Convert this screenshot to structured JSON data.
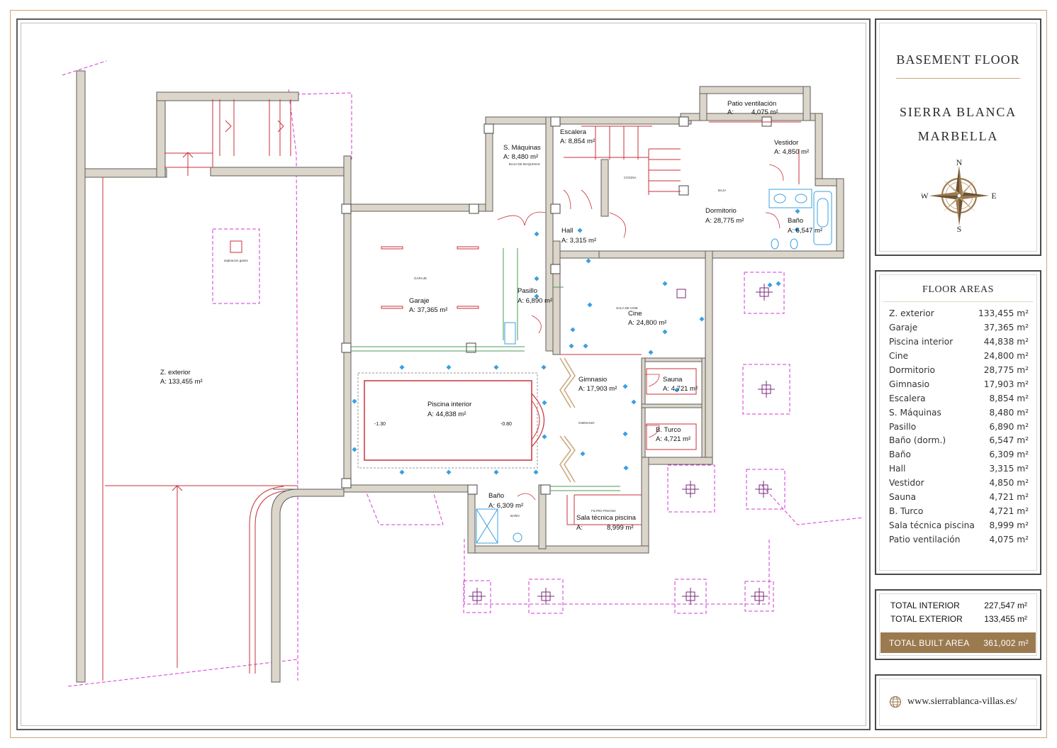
{
  "header": {
    "floor_title": "BASEMENT FLOOR",
    "project_line1": "SIERRA BLANCA",
    "project_line2": "MARBELLA"
  },
  "compass": {
    "n": "N",
    "s": "S",
    "e": "E",
    "w": "W"
  },
  "areas": {
    "title": "FLOOR AREAS",
    "items": [
      {
        "name": "Z. exterior",
        "value": "133,455 m²"
      },
      {
        "name": "Garaje",
        "value": "37,365 m²"
      },
      {
        "name": "Piscina interior",
        "value": "44,838 m²"
      },
      {
        "name": "Cine",
        "value": "24,800 m²"
      },
      {
        "name": "Dormitorio",
        "value": "28,775 m²"
      },
      {
        "name": "Gimnasio",
        "value": "17,903 m²"
      },
      {
        "name": "Escalera",
        "value": "8,854 m²"
      },
      {
        "name": "S. Máquinas",
        "value": "8,480 m²"
      },
      {
        "name": "Pasillo",
        "value": "6,890 m²"
      },
      {
        "name": "Baño (dorm.)",
        "value": "6,547 m²"
      },
      {
        "name": "Baño",
        "value": "6,309 m²"
      },
      {
        "name": "Hall",
        "value": "3,315 m²"
      },
      {
        "name": "Vestidor",
        "value": "4,850 m²"
      },
      {
        "name": "Sauna",
        "value": "4,721 m²"
      },
      {
        "name": "B. Turco",
        "value": "4,721 m²"
      },
      {
        "name": "Sala técnica piscina",
        "value": "8,999 m²"
      },
      {
        "name": "Patio ventilación",
        "value": "4,075 m²"
      }
    ]
  },
  "totals": {
    "interior_label": "TOTAL INTERIOR",
    "interior_value": "227,547 m²",
    "exterior_label": "TOTAL EXTERIOR",
    "exterior_value": "133,455 m²",
    "built_label": "TOTAL BUILT AREA",
    "built_value": "361,002 m²"
  },
  "website": "www.sierrablanca-villas.es/",
  "plan": {
    "rooms": {
      "z_exterior": {
        "name": "Z. exterior",
        "area": "A: 133,455 m²"
      },
      "garaje": {
        "name": "Garaje",
        "area": "A: 37,365 m²"
      },
      "piscina": {
        "name": "Piscina interior",
        "area": "A:   44,838 m²"
      },
      "cine": {
        "name": "Cine",
        "area": "A: 24,800 m²"
      },
      "dormitorio": {
        "name": "Dormitorio",
        "area": "A: 28,775 m²"
      },
      "gimnasio": {
        "name": "Gimnasio",
        "area": "A: 17,903 m²"
      },
      "escalera": {
        "name": "Escalera",
        "area": "A: 8,854 m²"
      },
      "maquinas": {
        "name": "S. Máquinas",
        "area": "A:  8,480 m²"
      },
      "pasillo": {
        "name": "Pasillo",
        "area": "A: 6,890 m²"
      },
      "bano_dorm": {
        "name": "Baño",
        "area": "A: 6,547 m²"
      },
      "bano": {
        "name": "Baño",
        "area": "A: 6,309 m²"
      },
      "hall": {
        "name": "Hall",
        "area": "A: 3,315 m²"
      },
      "vestidor": {
        "name": "Vestidor",
        "area": "A: 4,850 m²"
      },
      "sauna": {
        "name": "Sauna",
        "area": "A: 4,721 m²"
      },
      "turco": {
        "name": "B. Turco",
        "area": "A: 4,721 m²"
      },
      "sala_tecnica": {
        "name": "Sala técnica piscina",
        "area_prefix": "A:",
        "area": "8,999 m²"
      },
      "patio": {
        "name": "Patio ventilación",
        "area_prefix": "A:",
        "area": "4,075 m²"
      }
    },
    "levels": {
      "pool_left": "-1.30",
      "pool_right": "-0.80"
    },
    "small_labels": {
      "garaje": "GARAJE",
      "cine": "SALA DE CINE",
      "gimnasio": "GIMNASIO",
      "maquinas": "BAJA DE MAQUINAS",
      "cocina": "COCINA",
      "baja": "BAJA",
      "filtro": "FILTRO PISCINA",
      "bano": "BAÑO",
      "gases": "aspiracion gases"
    }
  },
  "colors": {
    "gold": "#9b7a50",
    "wall": "#d9d2c7",
    "wall_stroke": "#6b6b6b",
    "red_line": "#c8323a",
    "magenta": "#d23ad6",
    "fixture_blue": "#3aa0e0"
  }
}
